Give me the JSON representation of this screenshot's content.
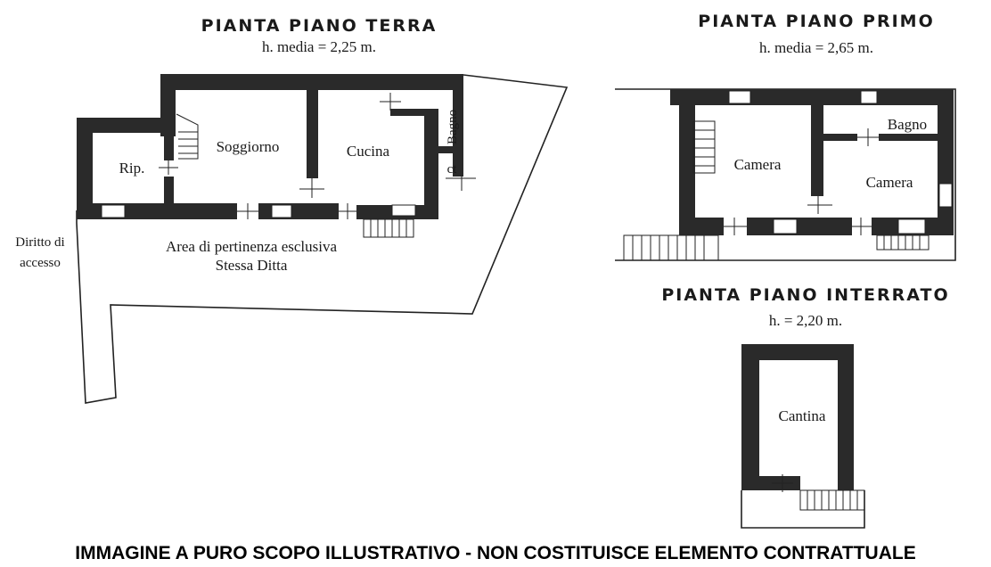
{
  "ground_floor": {
    "title_first": "P",
    "title_first_rest": "IANTA ",
    "title_second": "P",
    "title_second_rest": "IANO ",
    "title_third": "T",
    "title_third_rest": "ERRA",
    "subtitle": "h. media = 2,25 m.",
    "rooms": {
      "rip": "Rip.",
      "soggiorno": "Soggiorno",
      "cucina": "Cucina",
      "bagno": "Bagno",
      "ct": "ct"
    },
    "area_label_1": "Area di pertinenza esclusiva",
    "area_label_2": "Stessa Ditta",
    "access_label_1": "Diritto di",
    "access_label_2": "accesso"
  },
  "first_floor": {
    "title": "PIANTA PIANO PRIMO",
    "subtitle": "h. media = 2,65 m.",
    "rooms": {
      "camera_left": "Camera",
      "camera_right": "Camera",
      "bagno": "Bagno"
    }
  },
  "basement": {
    "title": "PIANTA PIANO INTERRATO",
    "subtitle": "h. = 2,20 m.",
    "rooms": {
      "cantina": "Cantina"
    }
  },
  "footer": "IMMAGINE A PURO SCOPO ILLUSTRATIVO - NON COSTITUISCE ELEMENTO CONTRATTUALE"
}
